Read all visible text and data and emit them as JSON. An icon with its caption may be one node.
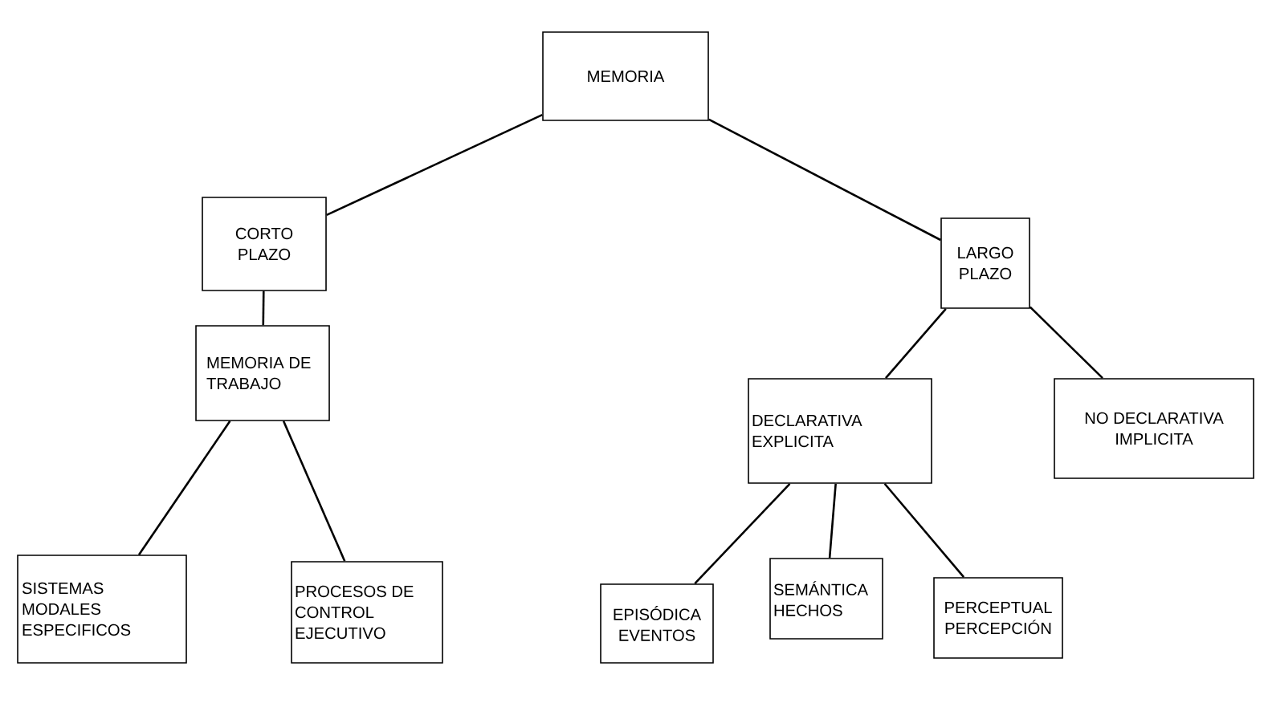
{
  "diagram": {
    "nodes": [
      {
        "text": [
          "MEMORIA"
        ]
      },
      {
        "text": [
          "CORTO PLAZO"
        ]
      },
      {
        "text": [
          "LARGO PLAZO"
        ]
      },
      {
        "text": [
          "MEMORIA DE TRABAJO"
        ]
      },
      {
        "text": [
          "DECLARATIVA EXPLICITA"
        ]
      },
      {
        "text": [
          "NO DECLARATIVA IMPLICITA"
        ]
      },
      {
        "text": [
          "SISTEMAS MODALES ESPECIFICOS"
        ]
      },
      {
        "text": [
          "PROCESOS DE CONTROL EJECUTIVO"
        ]
      },
      {
        "text": [
          "EPISÓDICA EVENTOS"
        ]
      },
      {
        "text": [
          "SEMÁNTICA HECHOS"
        ]
      },
      {
        "text": [
          "PERCEPTUAL PERCEPCIÓN"
        ]
      }
    ],
    "edges": [
      {
        "from": 0,
        "to": 1,
        "arrow": "none"
      },
      {
        "from": 0,
        "to": 2,
        "arrow": "none"
      },
      {
        "from": 1,
        "to": 3,
        "arrow": "none"
      },
      {
        "from": 3,
        "to": 6,
        "arrow": "none"
      },
      {
        "from": 3,
        "to": 7,
        "arrow": "none"
      },
      {
        "from": 2,
        "to": 4,
        "arrow": "none"
      },
      {
        "from": 2,
        "to": 5,
        "arrow": "none"
      },
      {
        "from": 4,
        "to": 8,
        "arrow": "none"
      },
      {
        "from": 4,
        "to": 9,
        "arrow": "none"
      },
      {
        "from": 4,
        "to": 10,
        "arrow": "none"
      }
    ]
  }
}
